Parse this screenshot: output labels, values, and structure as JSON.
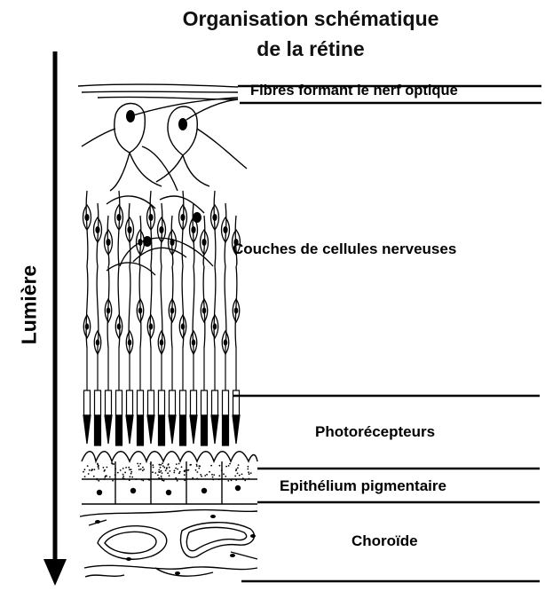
{
  "title": {
    "line1": "Organisation schématique",
    "line2": "de la rétine"
  },
  "axis_label": "Lumière",
  "layers": {
    "fibres": "Fibres formant le nerf optique",
    "nerveuses": "Couches de cellules nerveuses",
    "photorecepteurs": "Photorécepteurs",
    "epithelium": "Epithélium pigmentaire",
    "choroide": "Choroïde"
  }
}
